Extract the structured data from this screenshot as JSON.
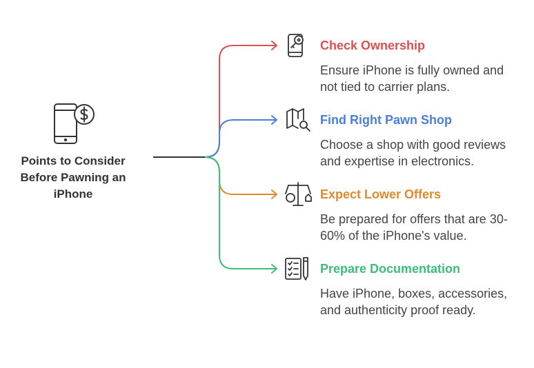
{
  "central": {
    "title": "Points to Consider Before Pawning an iPhone",
    "icon": "phone-dollar-icon"
  },
  "items": [
    {
      "title": "Check Ownership",
      "description": "Ensure iPhone is fully owned and not tied to carrier plans.",
      "color": "#DB5050",
      "icon": "phone-key-icon"
    },
    {
      "title": "Find Right Pawn Shop",
      "description": "Choose a shop with good reviews and expertise in electronics.",
      "color": "#4A7FD9",
      "icon": "map-search-icon"
    },
    {
      "title": "Expect Lower Offers",
      "description": "Be prepared for offers that are 30-60% of the iPhone's value.",
      "color": "#E08A2E",
      "icon": "scale-money-icon"
    },
    {
      "title": "Prepare Documentation",
      "description": "Have iPhone, boxes, accessories, and authenticity proof ready.",
      "color": "#3DBE77",
      "icon": "checklist-pen-icon"
    }
  ]
}
